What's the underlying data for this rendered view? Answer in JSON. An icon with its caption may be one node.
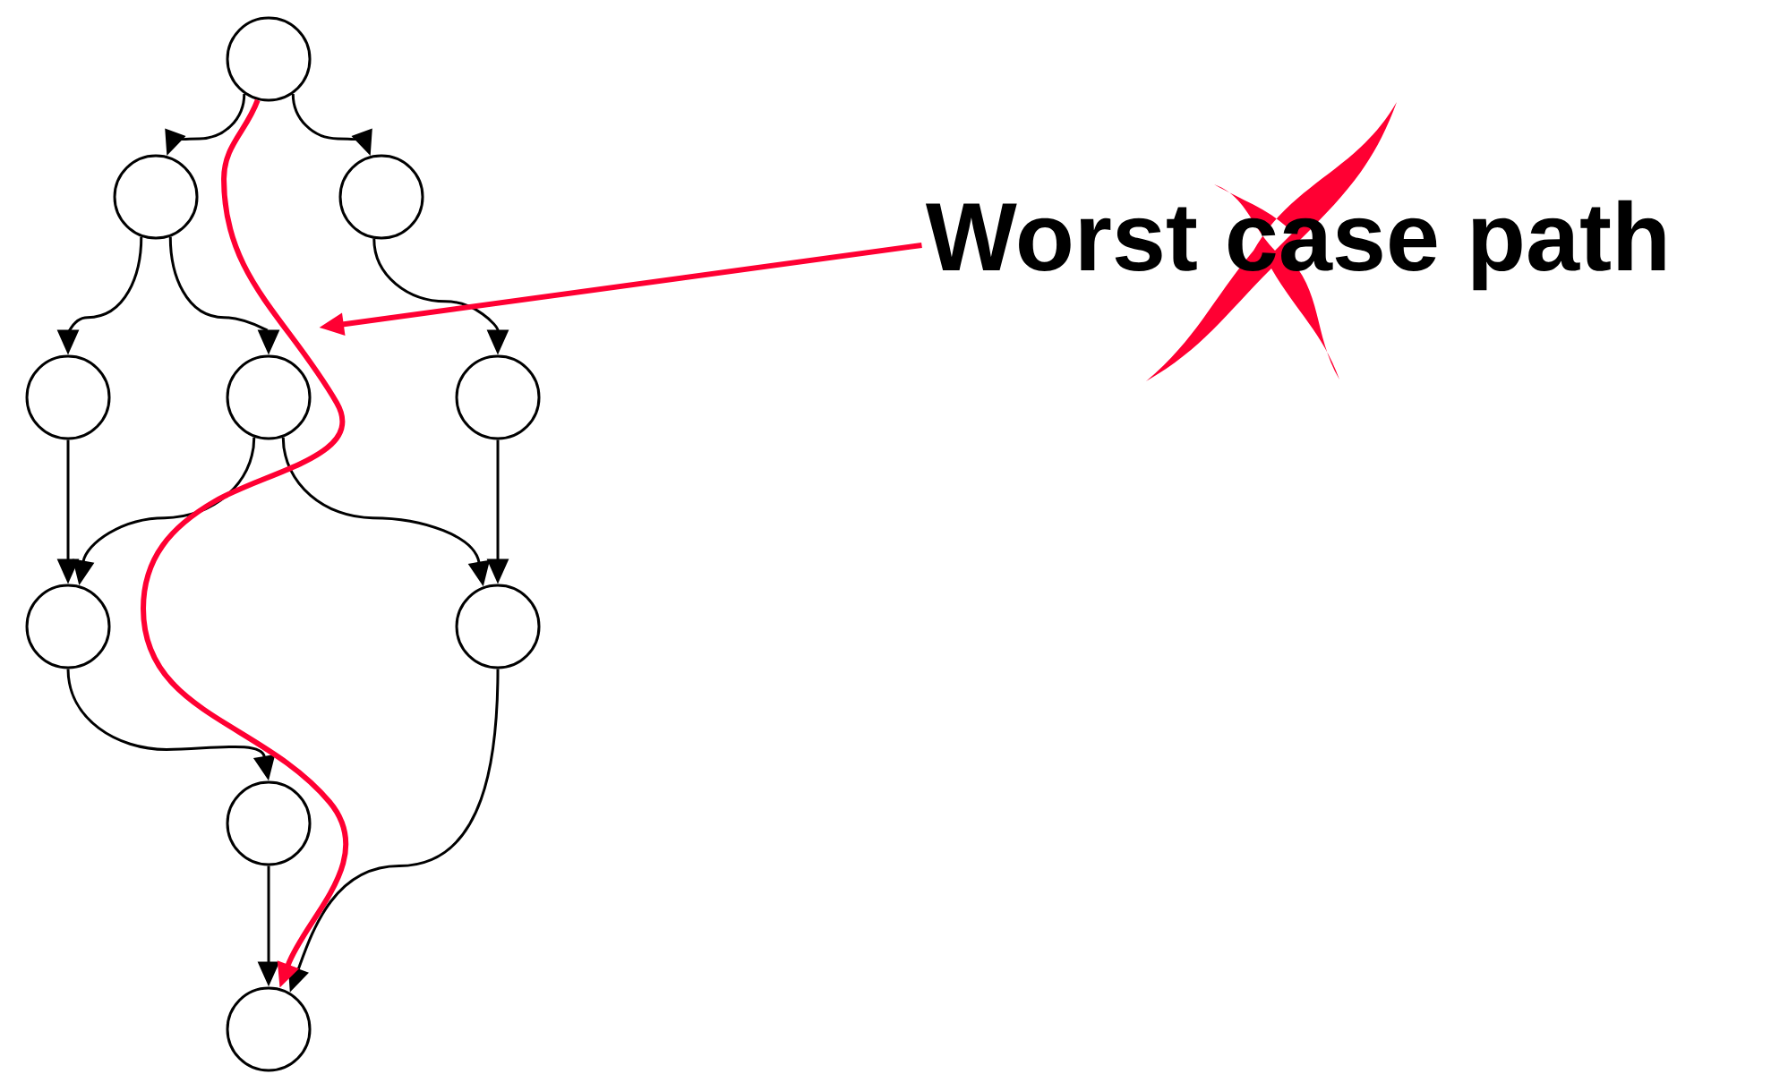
{
  "diagram": {
    "nodes": [
      {
        "text": [],
        "shape": "circle"
      },
      {
        "text": [],
        "shape": "circle"
      },
      {
        "text": [],
        "shape": "circle"
      },
      {
        "text": [],
        "shape": "circle"
      },
      {
        "text": [],
        "shape": "circle"
      },
      {
        "text": [],
        "shape": "circle"
      },
      {
        "text": [],
        "shape": "circle"
      },
      {
        "text": [],
        "shape": "circle"
      },
      {
        "text": [],
        "shape": "circle"
      },
      {
        "text": [],
        "shape": "circle"
      },
      {
        "text": [
          "Worst case path"
        ]
      },
      {
        "text": [],
        "shape": "cross"
      }
    ],
    "edges": [
      {
        "from": 0,
        "to": 1,
        "arrow": "to"
      },
      {
        "from": 0,
        "to": 2,
        "arrow": "to"
      },
      {
        "from": 1,
        "to": 3,
        "arrow": "to"
      },
      {
        "from": 1,
        "to": 4,
        "arrow": "to"
      },
      {
        "from": 2,
        "to": 5,
        "arrow": "to"
      },
      {
        "from": 3,
        "to": 6,
        "arrow": "to"
      },
      {
        "from": 4,
        "to": 6,
        "arrow": "to"
      },
      {
        "from": 4,
        "to": 7,
        "arrow": "to"
      },
      {
        "from": 5,
        "to": 7,
        "arrow": "to"
      },
      {
        "from": 6,
        "to": 8,
        "arrow": "to"
      },
      {
        "from": 8,
        "to": 9,
        "arrow": "to"
      },
      {
        "from": 7,
        "to": 9,
        "arrow": "to"
      },
      {
        "from": 0,
        "to": 9,
        "arrow": "to",
        "style": "thick",
        "color": "#ff0033"
      },
      {
        "from": 10,
        "to": null,
        "arrow": "to",
        "style": "thick",
        "color": "#ff0033"
      }
    ]
  }
}
